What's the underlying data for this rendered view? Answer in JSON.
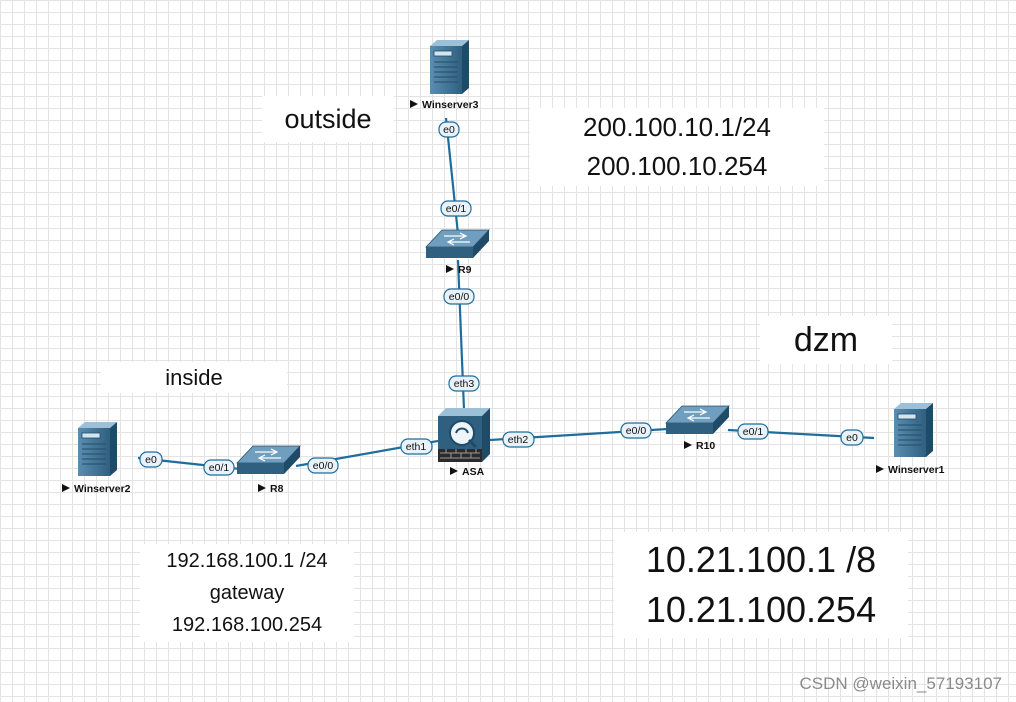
{
  "nodes": {
    "winserver3": {
      "label": "Winserver3",
      "type": "server"
    },
    "r9": {
      "label": "R9",
      "type": "switch"
    },
    "asa": {
      "label": "ASA",
      "type": "firewall"
    },
    "r8": {
      "label": "R8",
      "type": "switch"
    },
    "winserver2": {
      "label": "Winserver2",
      "type": "server"
    },
    "r10": {
      "label": "R10",
      "type": "switch"
    },
    "winserver1": {
      "label": "Winserver1",
      "type": "server"
    }
  },
  "ports": {
    "ws3_e0": "e0",
    "r9_e0_1": "e0/1",
    "r9_e0_0": "e0/0",
    "asa_eth3": "eth3",
    "asa_eth1": "eth1",
    "asa_eth2": "eth2",
    "r8_e0_0": "e0/0",
    "r8_e0_1": "e0/1",
    "ws2_e0": "e0",
    "r10_e0_0": "e0/0",
    "r10_e0_1": "e0/1",
    "ws1_e0": "e0"
  },
  "notes": {
    "outside": "outside",
    "inside": "inside",
    "dzm": "dzm",
    "outside_ip": "200.100.10.1/24",
    "outside_gw": "200.100.10.254",
    "inside_ip": "192.168.100.1 /24",
    "inside_gw_label": "gateway",
    "inside_gw": "192.168.100.254",
    "dmz_ip": "10.21.100.1 /8",
    "dmz_gw": "10.21.100.254"
  },
  "watermark": "CSDN @weixin_57193107",
  "colors": {
    "link": "#1f6d9c",
    "device": "#3f6f8c",
    "device_dark": "#264f66",
    "port_fill": "#e9f2f9",
    "port_stroke": "#1f6d9c"
  }
}
